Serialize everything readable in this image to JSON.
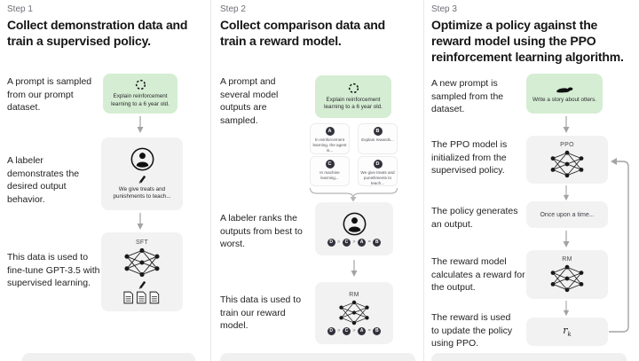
{
  "colors": {
    "background": "#ffffff",
    "prompt_green": "#d5edd3",
    "box_gray": "#f2f2f2",
    "text_dark": "#202123",
    "text_muted": "#6e6e76",
    "arrow_gray": "#a3a3a3",
    "badge_dark": "#32323d"
  },
  "columns": [
    {
      "step": "Step 1",
      "heading": "Collect demonstration data and train a supervised policy.",
      "prompt_caption": "A prompt is sampled from our prompt dataset.",
      "prompt_box": "Explain reinforcement learning to a 6 year old.",
      "labeler_caption": "A labeler demonstrates the desired output behavior.",
      "labeler_box_note": "We give treats and punishments to teach...",
      "sft_caption": "This data is used to fine-tune GPT-3.5 with supervised learning.",
      "sft_title": "SFT"
    },
    {
      "step": "Step 2",
      "heading": "Collect comparison data and train a reward model.",
      "sampling_caption": "A prompt and several model outputs are sampled.",
      "prompt_box": "Explain reinforcement learning to a 6 year old.",
      "outputs": [
        {
          "letter": "A",
          "text": "In reinforcement learning, the agent is..."
        },
        {
          "letter": "B",
          "text": "Explain rewards..."
        },
        {
          "letter": "C",
          "text": "In machine learning..."
        },
        {
          "letter": "D",
          "text": "We give treats and punishments to teach..."
        }
      ],
      "ranking_caption": "A labeler ranks the outputs from best to worst.",
      "ranking": {
        "letters": [
          "D",
          "C",
          "A",
          "B"
        ],
        "separators": [
          ">",
          ">",
          "="
        ]
      },
      "rm_caption": "This data is used to train our reward model.",
      "rm_title": "RM"
    },
    {
      "step": "Step 3",
      "heading": "Optimize a policy against the reward model using the PPO reinforcement learning algorithm.",
      "prompt_caption": "A new prompt is sampled from the dataset.",
      "prompt_box": "Write a story about otters.",
      "ppo_caption": "The PPO model is initialized from the supervised policy.",
      "ppo_title": "PPO",
      "output_caption": "The policy generates an output.",
      "output_box": "Once upon a time...",
      "reward_caption": "The reward model calculates a reward for the output.",
      "rm_title": "RM",
      "update_caption": "The reward is used to update the policy using PPO.",
      "reward_symbol": "r",
      "reward_symbol_sub": "k"
    }
  ]
}
